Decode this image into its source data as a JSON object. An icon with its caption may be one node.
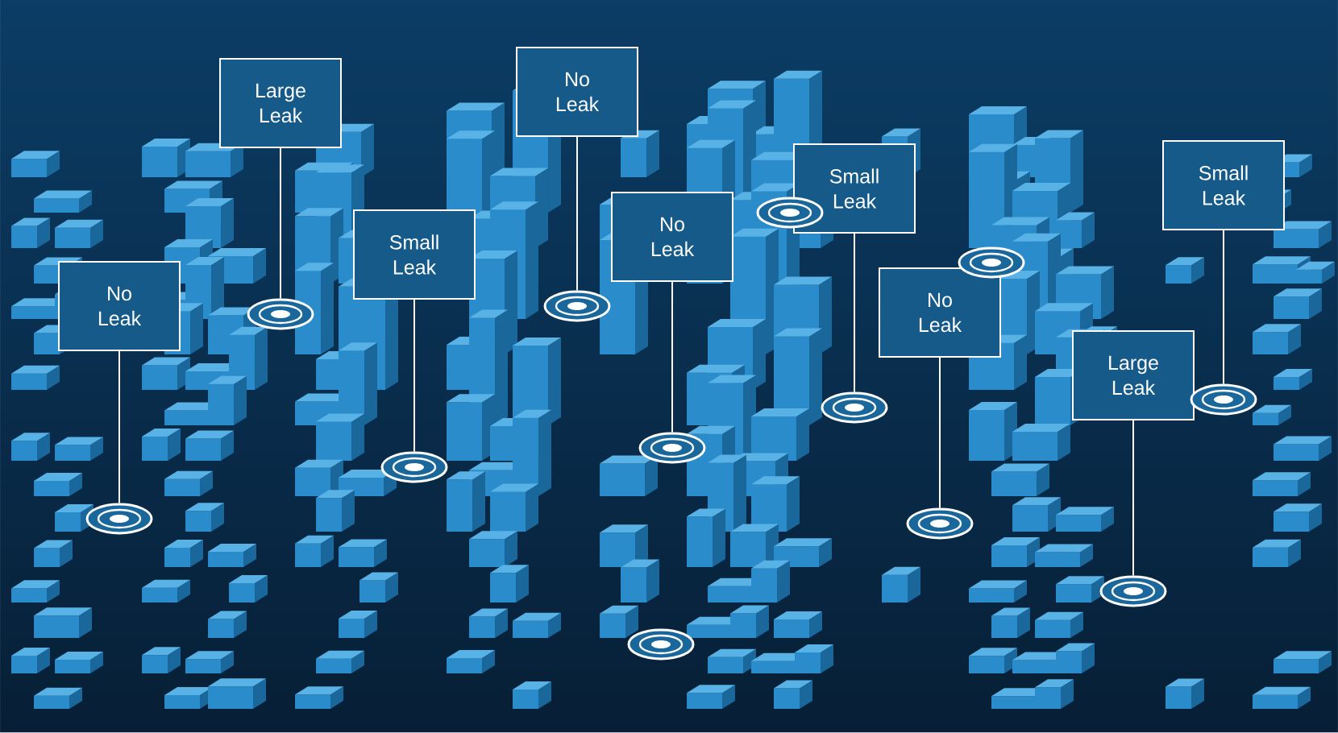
{
  "diagram": {
    "nodes": [
      {
        "text": [
          "Large Leak"
        ]
      },
      {
        "text": [
          "No Leak"
        ]
      },
      {
        "text": [
          "Small Leak"
        ]
      },
      {
        "text": [
          "Small Leak"
        ]
      },
      {
        "text": [
          "No Leak"
        ]
      },
      {
        "text": [
          "Small Leak"
        ]
      },
      {
        "text": [
          "No Leak"
        ]
      },
      {
        "text": [
          "No Leak"
        ]
      },
      {
        "text": [
          "Large Leak"
        ]
      },
      {
        "text": [],
        "shape": "circle"
      },
      {
        "text": [],
        "shape": "circle"
      },
      {
        "text": [],
        "shape": "circle"
      },
      {
        "text": [],
        "shape": "circle"
      },
      {
        "text": [],
        "shape": "circle"
      },
      {
        "text": [],
        "shape": "circle"
      },
      {
        "text": [],
        "shape": "circle"
      },
      {
        "text": [],
        "shape": "circle"
      },
      {
        "text": [],
        "shape": "circle"
      },
      {
        "text": [],
        "shape": "circle"
      },
      {
        "text": [],
        "shape": "circle"
      },
      {
        "text": [],
        "shape": "circle"
      }
    ],
    "edges": [
      {
        "from": 0,
        "to": 10,
        "arrow": "none"
      },
      {
        "from": 1,
        "to": 12,
        "arrow": "none"
      },
      {
        "from": 2,
        "to": 16,
        "arrow": "none"
      },
      {
        "from": 3,
        "to": 20,
        "arrow": "none"
      },
      {
        "from": 4,
        "to": 14,
        "arrow": "none"
      },
      {
        "from": 5,
        "to": 11,
        "arrow": "none"
      },
      {
        "from": 6,
        "to": 9,
        "arrow": "none"
      },
      {
        "from": 7,
        "to": 17,
        "arrow": "none"
      },
      {
        "from": 8,
        "to": 19,
        "arrow": "none"
      }
    ]
  }
}
